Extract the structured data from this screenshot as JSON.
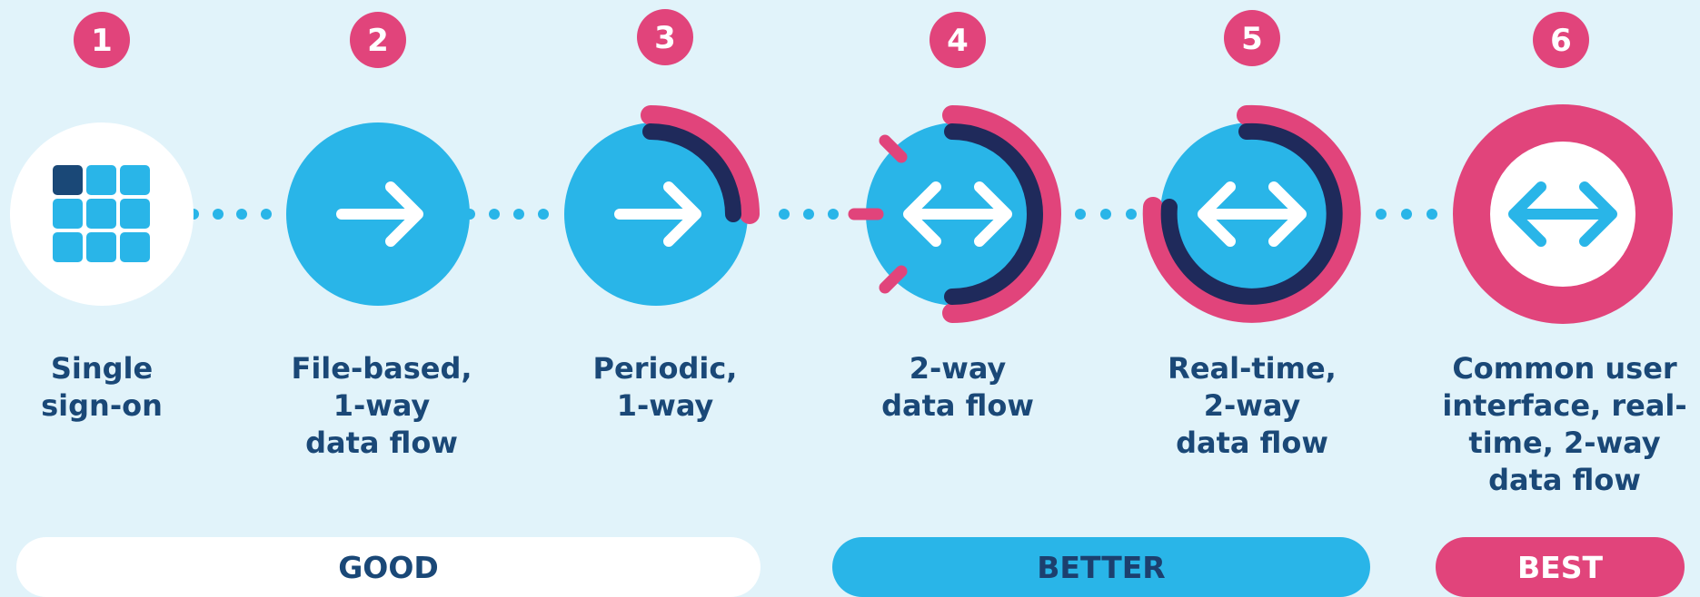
{
  "stages": [
    {
      "number": "1",
      "label": "Single\nsign-on"
    },
    {
      "number": "2",
      "label": "File-based,\n1-way\ndata flow"
    },
    {
      "number": "3",
      "label": "Periodic,\n1-way"
    },
    {
      "number": "4",
      "label": "2-way\ndata flow"
    },
    {
      "number": "5",
      "label": "Real-time,\n2-way\ndata flow"
    },
    {
      "number": "6",
      "label": "Common user\ninterface, real-\ntime, 2-way\ndata flow"
    }
  ],
  "bands": {
    "good": "GOOD",
    "better": "BETTER",
    "best": "BEST"
  },
  "colors": {
    "background": "#e1f3fa",
    "cyan": "#29b5e8",
    "pink": "#e1447b",
    "navy": "#1f2a5b",
    "text": "#1a4877",
    "white": "#ffffff"
  },
  "icons": [
    "app-grid-icon",
    "right-arrow-icon",
    "right-arrow-icon",
    "double-arrow-icon",
    "double-arrow-icon",
    "double-arrow-icon"
  ]
}
